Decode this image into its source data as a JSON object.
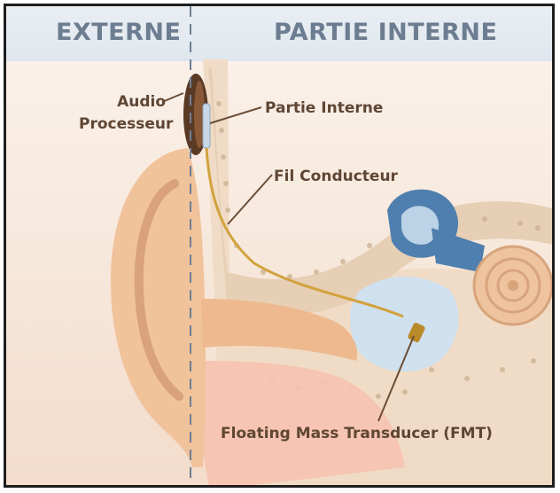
{
  "header": {
    "left_title": "EXTERNE",
    "right_title": "PARTIE INTERNE"
  },
  "labels": {
    "audio_line1": "Audio",
    "audio_line2": "Processeur",
    "partie_interne": "Partie Interne",
    "fil_conducteur": "Fil Conducteur",
    "fmt": "Floating Mass Transducer (FMT)"
  },
  "colors": {
    "header_text": "#6d7d91",
    "label_text": "#5f4634",
    "skin": "#f2c8a2",
    "bone": "#ead6bf",
    "inner_ear_blue": "#4f7fae",
    "frame": "#1e1e1e"
  }
}
